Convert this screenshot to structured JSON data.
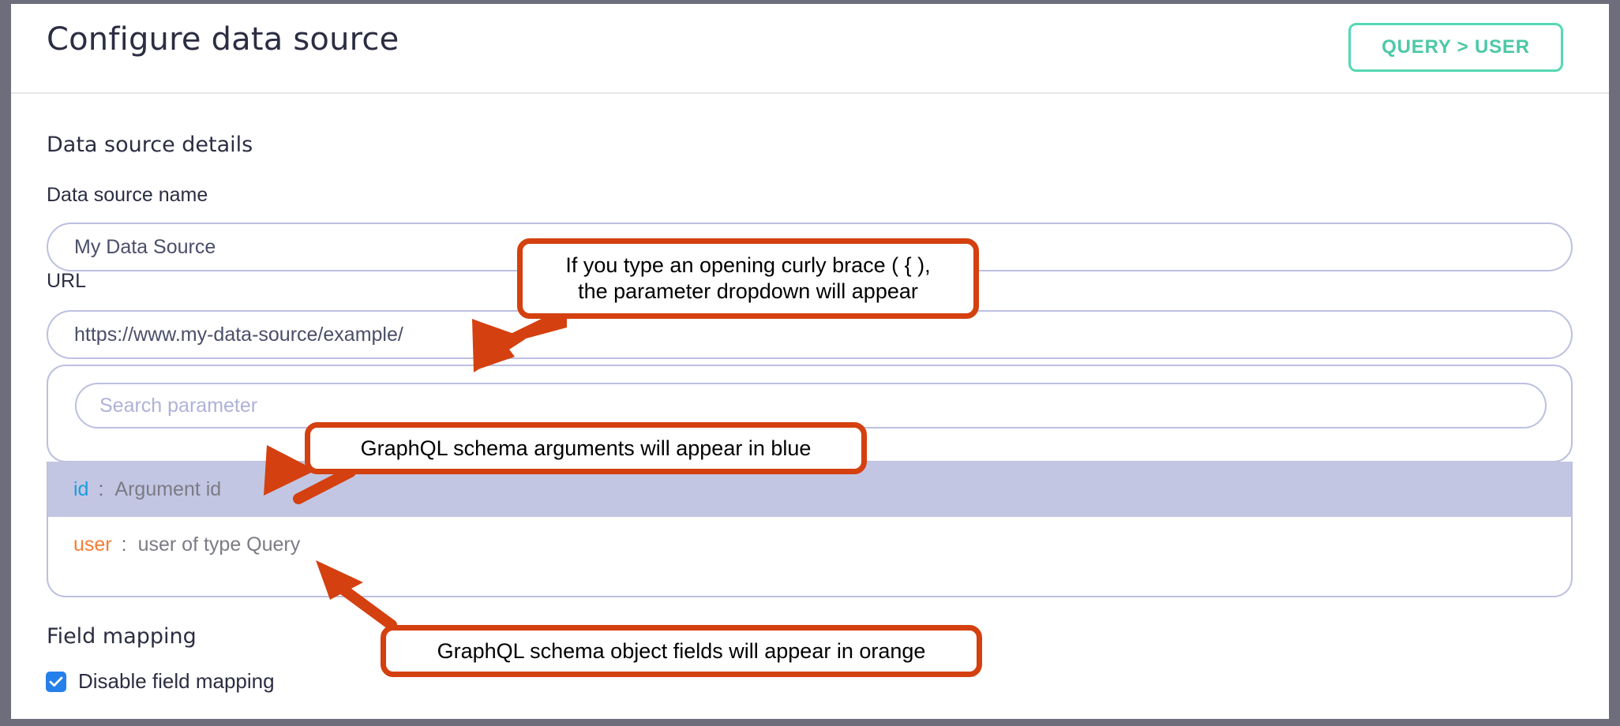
{
  "window": {
    "border_color": "#6d6d7c",
    "background": "#ffffff"
  },
  "header": {
    "title": "Configure data source",
    "query_button_label": "QUERY > USER",
    "query_button_color": "#4cc8a6"
  },
  "main": {
    "details_heading": "Data source details",
    "fields": {
      "name_label": "Data source name",
      "name_value": "My Data Source",
      "url_label": "URL",
      "url_value": "https://www.my-data-source/example/"
    },
    "parameter_dropdown": {
      "search_placeholder": "Search parameter",
      "items": [
        {
          "key": "id",
          "separator": ":",
          "description": "Argument id",
          "key_color": "#1a9ce0",
          "kind": "argument",
          "selected": true
        },
        {
          "key": "user",
          "separator": ":",
          "description": "user of type Query",
          "key_color": "#f57c35",
          "kind": "object-field",
          "selected": false
        }
      ],
      "highlight_color": "#c3c6e2"
    },
    "field_mapping": {
      "heading": "Field mapping",
      "checkbox_label": "Disable field mapping",
      "checkbox_checked": true,
      "checkbox_color": "#2680eb"
    }
  },
  "annotations": {
    "accent_color": "#d4400f",
    "callouts": [
      {
        "id": "curly-brace-hint",
        "line1": "If you type an opening curly brace ( { ),",
        "line2": "the parameter dropdown will appear"
      },
      {
        "id": "arguments-blue-hint",
        "text": "GraphQL schema arguments will appear in blue"
      },
      {
        "id": "object-fields-orange-hint",
        "text": "GraphQL schema object fields will appear in orange"
      }
    ]
  }
}
